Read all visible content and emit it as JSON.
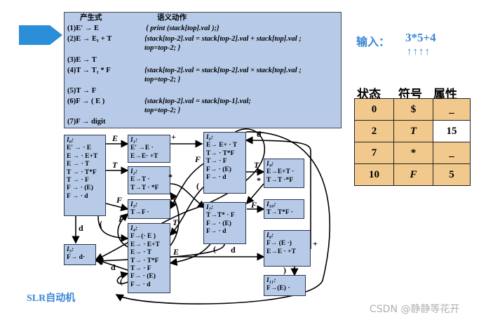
{
  "grammar": {
    "header_prod": "产生式",
    "header_action": "语义动作",
    "rules": [
      {
        "prod": "(1)E′ → E",
        "action": "{ print (stack[top].val );}"
      },
      {
        "prod": "(2)E → E₁ + T",
        "action": "{stack[top-2].val = stack[top-2].val + stack[top].val ;",
        "action2": "top=top-2; }"
      },
      {
        "prod": "(3)E → T",
        "action": ""
      },
      {
        "prod": "(4)T → T₁ * F",
        "action": "{stack[top-2].val = stack[top-2].val × stack[top].val ;",
        "action2": "top=top-2; }"
      },
      {
        "prod": "(5)T → F",
        "action": ""
      },
      {
        "prod": "(6)F → ( E )",
        "action": "{stack[top-2].val = stack[top-1].val;",
        "action2": "top=top-2; }"
      },
      {
        "prod": "(7)F → digit",
        "action": ""
      }
    ]
  },
  "states": {
    "I0": {
      "name": "I₀:",
      "items": [
        "E′ → · E",
        "E → · E+T",
        "E → · T",
        "T → · T*F",
        "T → · F",
        "F → · (E)",
        "F → · d"
      ]
    },
    "I1": {
      "name": "I₁:",
      "items": [
        "E′ →E ·",
        "E→E· +T"
      ]
    },
    "I2": {
      "name": "I₂:",
      "items": [
        "E→T ·",
        "T→T · *F"
      ]
    },
    "I3": {
      "name": "I₃:",
      "items": [
        "T→F ·"
      ]
    },
    "I4": {
      "name": "I₄:",
      "items": [
        "F→(· E )",
        "E→ · E+T",
        "E→ · T",
        "T→ · T*F",
        "T→ · F",
        "F→ · (E)",
        "F→ · d"
      ]
    },
    "I5": {
      "name": "I₅:",
      "items": [
        "F→ d·"
      ]
    },
    "I6": {
      "name": "I₆:",
      "items": [
        "E→ E+ · T",
        "T→ · T*F",
        "T→ · F",
        "F→ · (E)",
        "F→ · d"
      ]
    },
    "I7": {
      "name": "I₇:",
      "items": [
        "T→T* · F",
        "F→ · (E)",
        "F→ · d"
      ]
    },
    "I8": {
      "name": "I₈:",
      "items": [
        "F→ (E ·)",
        "E→E · +T"
      ]
    },
    "I9": {
      "name": "I₉:",
      "items": [
        "E→E+T ·",
        "T→T ·*F"
      ]
    },
    "I10": {
      "name": "I₁₀:",
      "items": [
        "T→T*F ·"
      ]
    },
    "I11": {
      "name": "I₁₁:",
      "items": [
        "F→(E) ·"
      ]
    }
  },
  "edge_labels": {
    "e01": "E",
    "e02": "T",
    "e03": "F",
    "e0d": "d",
    "e0p": "(",
    "e16": "+",
    "e27": "*",
    "e6T": "T",
    "e6F": "F",
    "e6d": "d",
    "e6p": "(",
    "e9s": "*",
    "e7F": "F",
    "e7d": "d",
    "e7p": "(",
    "e4E": "E",
    "e4T": "T",
    "e4F": "F",
    "e4d": "d",
    "e4p": "(",
    "e8c": ")",
    "e8p": "+"
  },
  "input": {
    "label": "输入：",
    "string": "3*5+4",
    "arrows": "↑↑↑↑"
  },
  "stack": {
    "headers": [
      "状态",
      "符号",
      "属性"
    ],
    "rows": [
      {
        "state": "0",
        "symbol": "$",
        "attr": "_"
      },
      {
        "state": "2",
        "symbol": "T",
        "attr": "15"
      },
      {
        "state": "7",
        "symbol": "*",
        "attr": "_"
      },
      {
        "state": "10",
        "symbol": "F",
        "attr": "5"
      }
    ]
  },
  "caption": "SLR自动机",
  "watermark": "CSDN @静静等花开",
  "colors": {
    "box": "#b7cbe9",
    "accent": "#3a87d6",
    "stackcell": "#f2c98c",
    "arrow": "#2a8ed8"
  }
}
